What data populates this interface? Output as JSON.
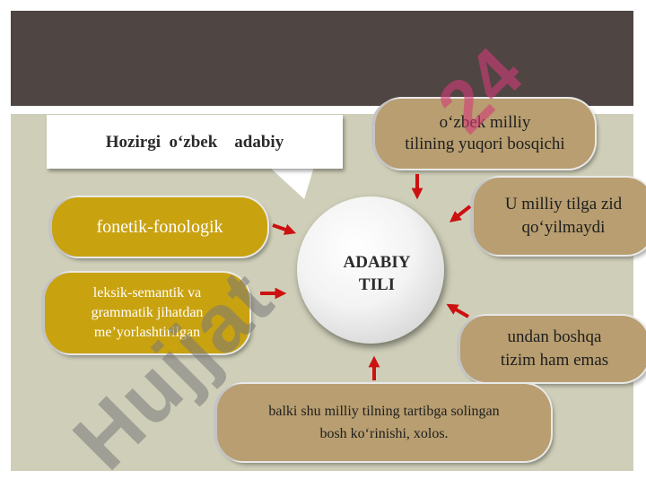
{
  "callout": {
    "text": "Hozirgi  o‘zbek    adabiy"
  },
  "center": {
    "text": "ADABIY\nTILI"
  },
  "nodes": {
    "fonetik": "fonetik-fonologik",
    "leksik": "leksik-semantik va\ngrammatik jihatdan\nme’yorlashtirilgan",
    "milliy": "o‘zbek milliy\ntilining yuqori  bosqichi",
    "zid": "U milliy tilga  zid\nqo‘yilmaydi",
    "boshqa": "undan boshqa\ntizim ham emas",
    "balki": "balki shu milliy tilning  tartibga solingan\nbosh ko‘rinishi, xolos."
  },
  "watermark": {
    "main": "Hujjat",
    "accent": "24"
  },
  "colors": {
    "band": "#4f4542",
    "background": "#cfcfb9",
    "gold": "#c9a210",
    "tan": "#b89e70",
    "arrow": "#cc1111"
  }
}
